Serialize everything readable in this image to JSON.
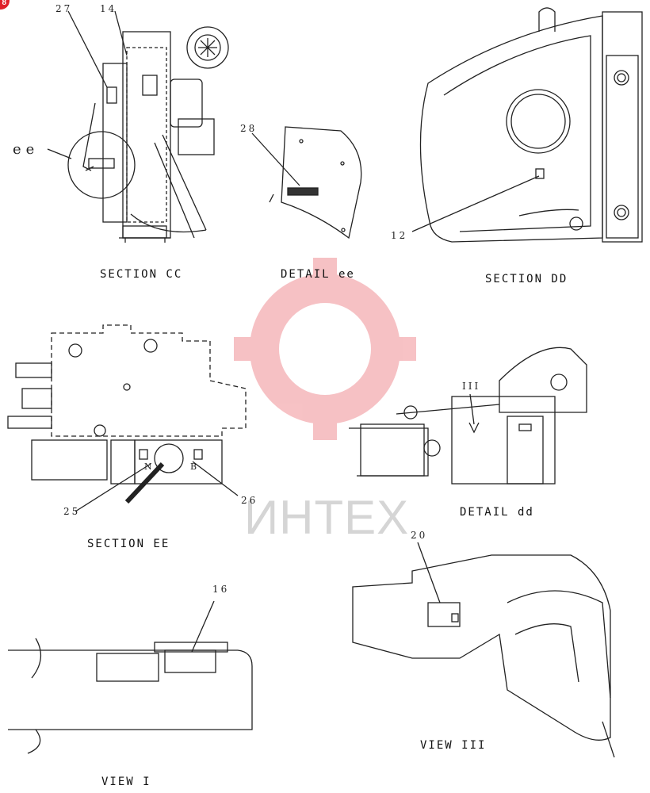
{
  "corner_badge": "8",
  "watermark": "ИНТЕХ",
  "views": {
    "section_cc": "SECTION CC",
    "detail_ee": "DETAIL ee",
    "section_dd": "SECTION DD",
    "section_ee": "SECTION EE",
    "detail_dd": "DETAIL dd",
    "view_1": "VIEW I",
    "view_3": "VIEW III"
  },
  "callouts": {
    "c27": "27",
    "c14": "14",
    "c28": "28",
    "c12": "12",
    "c25": "25",
    "c26": "26",
    "c20": "20",
    "c16": "16",
    "ee_ref": "ee",
    "view_arrow": "III"
  },
  "valve_marks": {
    "n": "N",
    "b": "B"
  },
  "colors": {
    "watermark_gear": "#e8505a",
    "line": "#222222"
  }
}
